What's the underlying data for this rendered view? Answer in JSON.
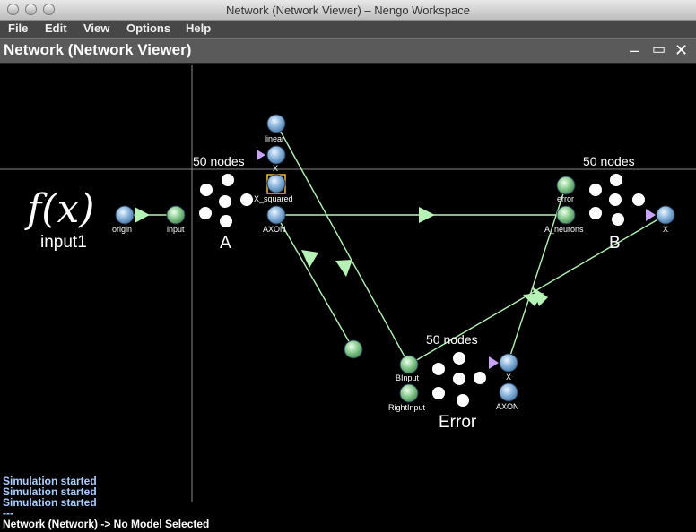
{
  "window": {
    "title": "Network (Network Viewer) – Nengo Workspace"
  },
  "menu": [
    "File",
    "Edit",
    "View",
    "Options",
    "Help"
  ],
  "panel": {
    "title": "Network (Network Viewer)",
    "minimize": "–",
    "maximize": "▭",
    "close": "✕"
  },
  "network": {
    "input_function": "f(x)",
    "input_name": "input1",
    "input_origin": "origin",
    "ensembles": [
      {
        "name": "A",
        "count": "50 nodes",
        "terms": [
          "linear",
          "X",
          "X_squared",
          "input",
          "AXON"
        ]
      },
      {
        "name": "B",
        "count": "50 nodes",
        "terms": [
          "error",
          "A_neurons",
          "X"
        ]
      },
      {
        "name": "Error",
        "count": "50 nodes",
        "terms": [
          "BInput",
          "RightInput",
          "X",
          "AXON"
        ]
      }
    ]
  },
  "status": {
    "log": [
      "Simulation started",
      "Simulation started",
      "Simulation started",
      "---"
    ],
    "selection": "Network (Network) -> No Model Selected"
  }
}
